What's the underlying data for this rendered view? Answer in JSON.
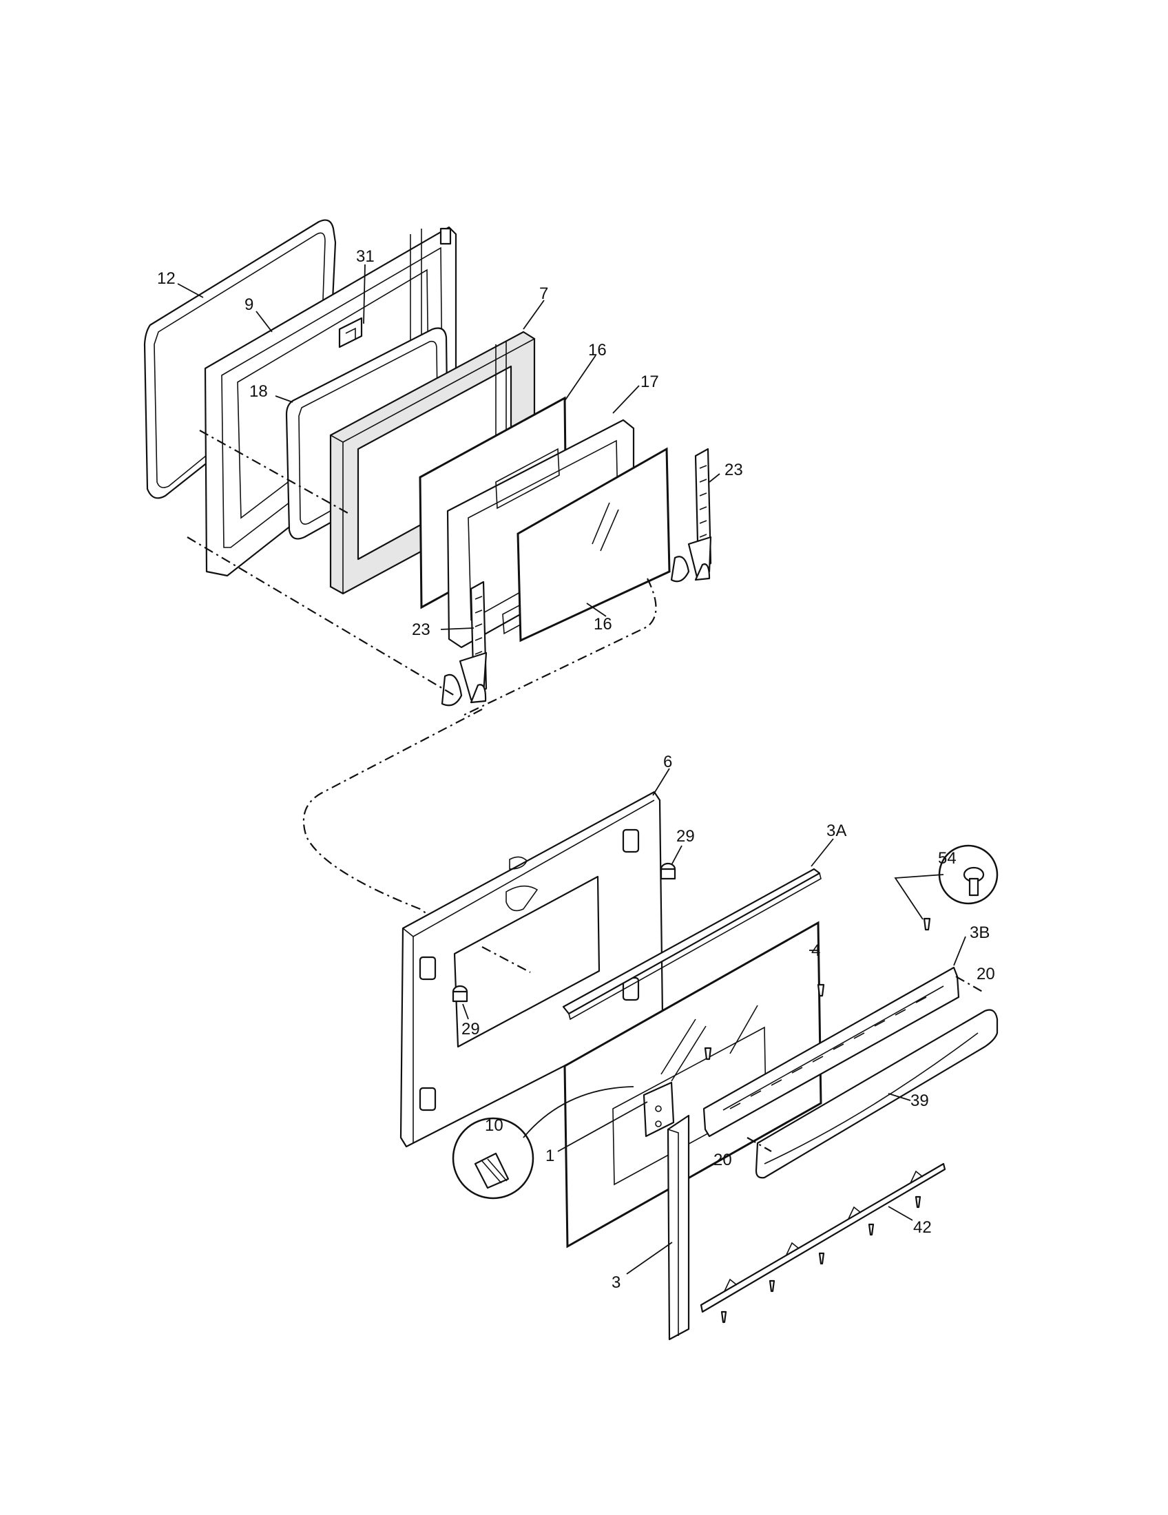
{
  "diagram": {
    "callouts": {
      "c12": "12",
      "c9": "9",
      "c31": "31",
      "c7": "7",
      "c16a": "16",
      "c17": "17",
      "c18": "18",
      "c23a": "23",
      "c23b": "23",
      "c16b": "16",
      "c6": "6",
      "c29a": "29",
      "c3A": "3A",
      "c54": "54",
      "c3B": "3B",
      "c4": "4",
      "c20a": "20",
      "c29b": "29",
      "c39": "39",
      "c10": "10",
      "c1": "1",
      "c20b": "20",
      "c42": "42",
      "c3": "3"
    }
  }
}
